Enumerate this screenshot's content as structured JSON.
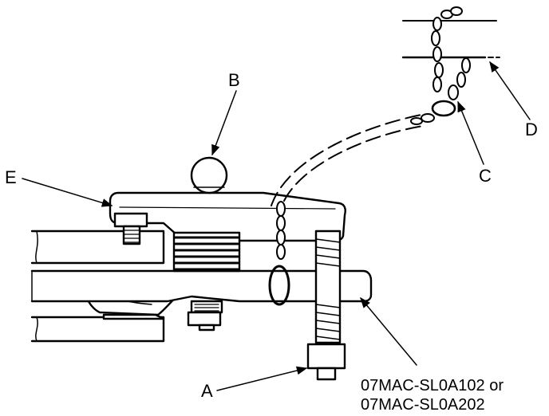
{
  "callouts": {
    "a": "A",
    "b": "B",
    "c": "C",
    "d": "D",
    "e": "E"
  },
  "tool_numbers": {
    "line1": "07MAC-SL0A102 or",
    "line2": "07MAC-SL0A202"
  },
  "colors": {
    "ink": "#000000",
    "paper": "#ffffff"
  }
}
